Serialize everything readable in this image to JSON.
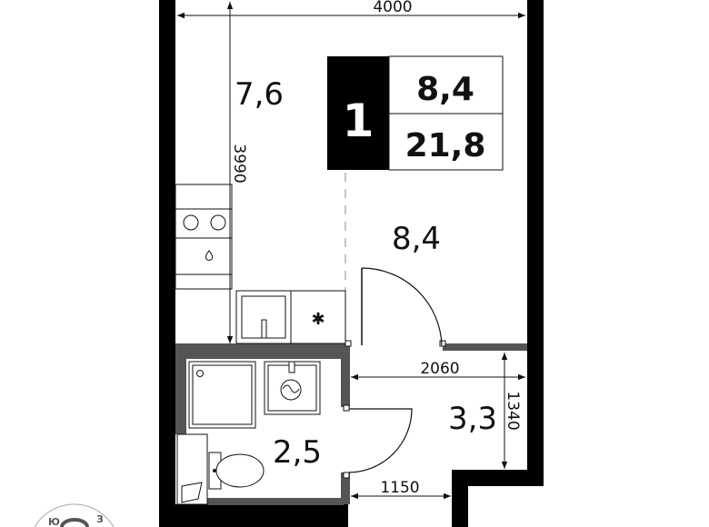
{
  "plan": {
    "rooms_count": "1",
    "living_area": "8,4",
    "total_area": "21,8",
    "kitchen_area": "7,6",
    "room_area": "8,4",
    "bathroom_area": "2,5",
    "hall_area": "3,3"
  },
  "dimensions": {
    "top_width": "4000",
    "kitchen_depth": "3990",
    "hall_width": "2060",
    "hall_depth": "1340",
    "entry_width": "1150"
  },
  "compass": {
    "south": "Ю",
    "west": "З"
  },
  "colors": {
    "wall": "#000000",
    "partition": "#555555",
    "line": "#111111"
  }
}
